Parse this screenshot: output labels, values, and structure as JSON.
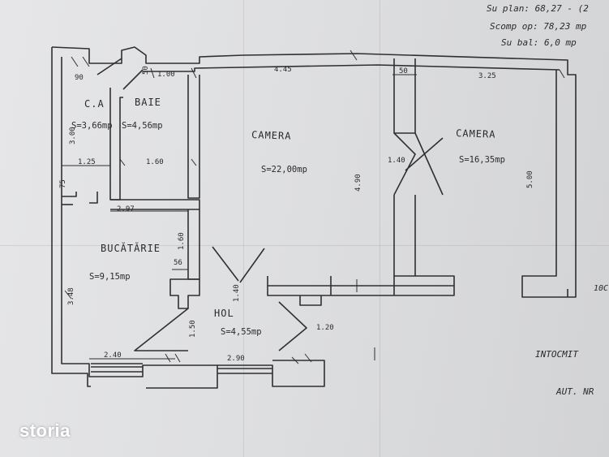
{
  "brand": {
    "logo_text": "storia"
  },
  "margin_notes": {
    "top_right": [
      "Su plan: 68,27 - (2",
      "Scomp op: 78,23 mp",
      "Su bal: 6,0 mp"
    ],
    "right_side": [
      "10C",
      "INTOCMIT",
      "AUT. NR"
    ]
  },
  "rooms": {
    "ca": {
      "name": "C.A",
      "area": "S=3,66mp"
    },
    "baie": {
      "name": "BAIE",
      "area": "S=4,56mp"
    },
    "camera1": {
      "name": "CAMERA",
      "area": "S=22,00mp"
    },
    "camera2": {
      "name": "CAMERA",
      "area": "S=16,35mp"
    },
    "bucatarie": {
      "name": "BUCĂTĂRIE",
      "area": "S=9,15mp"
    },
    "hol": {
      "name": "HOL",
      "area": "S=4,55mp"
    }
  },
  "dimensions": {
    "d90": "90",
    "d100a": "1.00",
    "d50a": "50",
    "d445": "4.45",
    "d50b": "50",
    "d325": "3.25",
    "d300": "3.00",
    "d125": "1.25",
    "d160a": "1.60",
    "d75": "75",
    "d297": "2.97",
    "d160b": "1.60",
    "d56": "56",
    "d348": "3.48",
    "d490": "4.90",
    "d140a": "1.40",
    "d500": "5.00",
    "d140b": "1.40",
    "d150": "1.50",
    "d120": "1.20",
    "d240": "2.40",
    "d290": "2.90"
  }
}
